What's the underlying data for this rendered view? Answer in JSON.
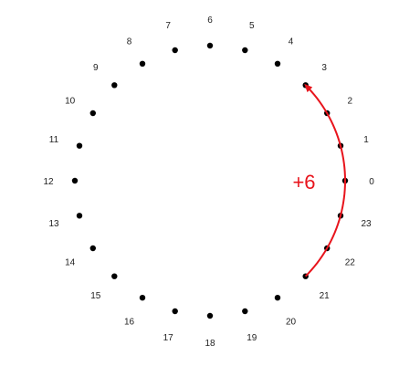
{
  "diagram": {
    "positions": [
      "0",
      "1",
      "2",
      "3",
      "4",
      "5",
      "6",
      "7",
      "8",
      "9",
      "10",
      "11",
      "12",
      "13",
      "14",
      "15",
      "16",
      "17",
      "18",
      "19",
      "20",
      "21",
      "22",
      "23"
    ],
    "arc_from": 21,
    "arc_to": 3,
    "shift_label": "+6",
    "colors": {
      "dots": "#000000",
      "labels": "#222222",
      "arc": "#e8141c"
    }
  }
}
